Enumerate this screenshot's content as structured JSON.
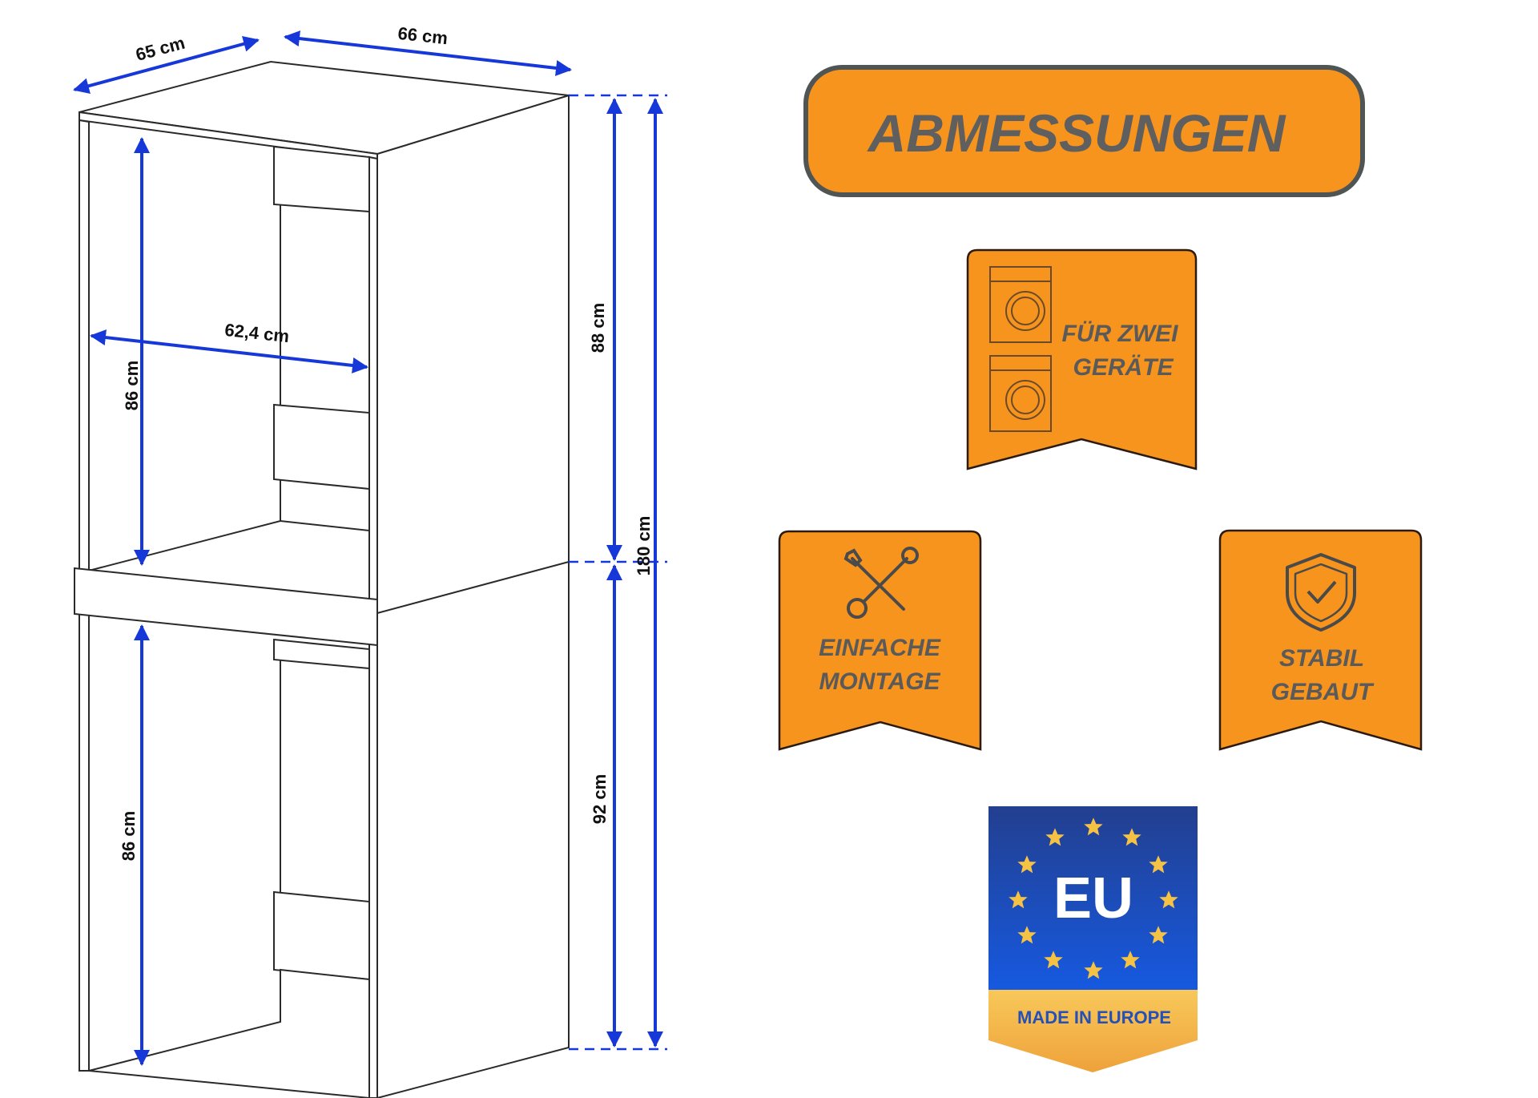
{
  "title": "ABMESSUNGEN",
  "dimensions": {
    "depth": "65 cm",
    "width": "66 cm",
    "inner_width": "62,4 cm",
    "upper_inner_height": "86 cm",
    "lower_inner_height": "86 cm",
    "upper_height": "88 cm",
    "lower_height": "92 cm",
    "total_height": "180 cm"
  },
  "badges": [
    {
      "line1": "FÜR ZWEI",
      "line2": "GERÄTE",
      "icon": "washing-machines-icon"
    },
    {
      "line1": "EINFACHE",
      "line2": "MONTAGE",
      "icon": "tools-icon"
    },
    {
      "line1": "STABIL",
      "line2": "GEBAUT",
      "icon": "shield-check-icon"
    }
  ],
  "eu_badge": {
    "logo": "EU",
    "label": "MADE IN EUROPE"
  },
  "colors": {
    "orange": "#f7941d",
    "dimension_blue": "#1638d8",
    "eu_blue": "#1a4fd0",
    "eu_gold": "#f6b73c"
  }
}
